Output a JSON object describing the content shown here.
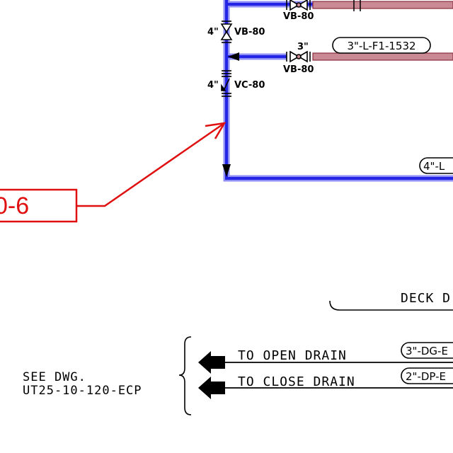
{
  "colors": {
    "process_line": "#2424e6",
    "process_glow": "#6b6bf0",
    "drain_line": "#c98a95",
    "drain_edge": "#8a2f3e",
    "callout": "#e01010",
    "ink": "#000000"
  },
  "valves": {
    "top_valve_tag": "VB-80",
    "vb80_left_size": "4\"",
    "vb80_left_tag": "VB-80",
    "vb80_right_size": "3\"",
    "vb80_right_tag": "VB-80",
    "vc80_size": "4\"",
    "vc80_tag": "VC-80"
  },
  "line_tags": {
    "line_3in_f1": "3\"-L-F1-1532",
    "line_4in_partial": "4\"-L",
    "line_open_drain": "3\"-DG-E",
    "line_close_drain": "2\"-DP-E"
  },
  "callout": {
    "label": "0-6"
  },
  "deck": {
    "label": "DECK D"
  },
  "drains": {
    "open_label": "TO OPEN DRAIN",
    "close_label": "TO CLOSE DRAIN"
  },
  "reference": {
    "see_dwg": "SEE DWG.",
    "dwg_number": "UT25-10-120-ECP"
  },
  "icons": [
    "gate-valve-icon",
    "check-valve-icon",
    "flow-arrow-icon",
    "flange-icon",
    "off-page-arrow-icon"
  ]
}
